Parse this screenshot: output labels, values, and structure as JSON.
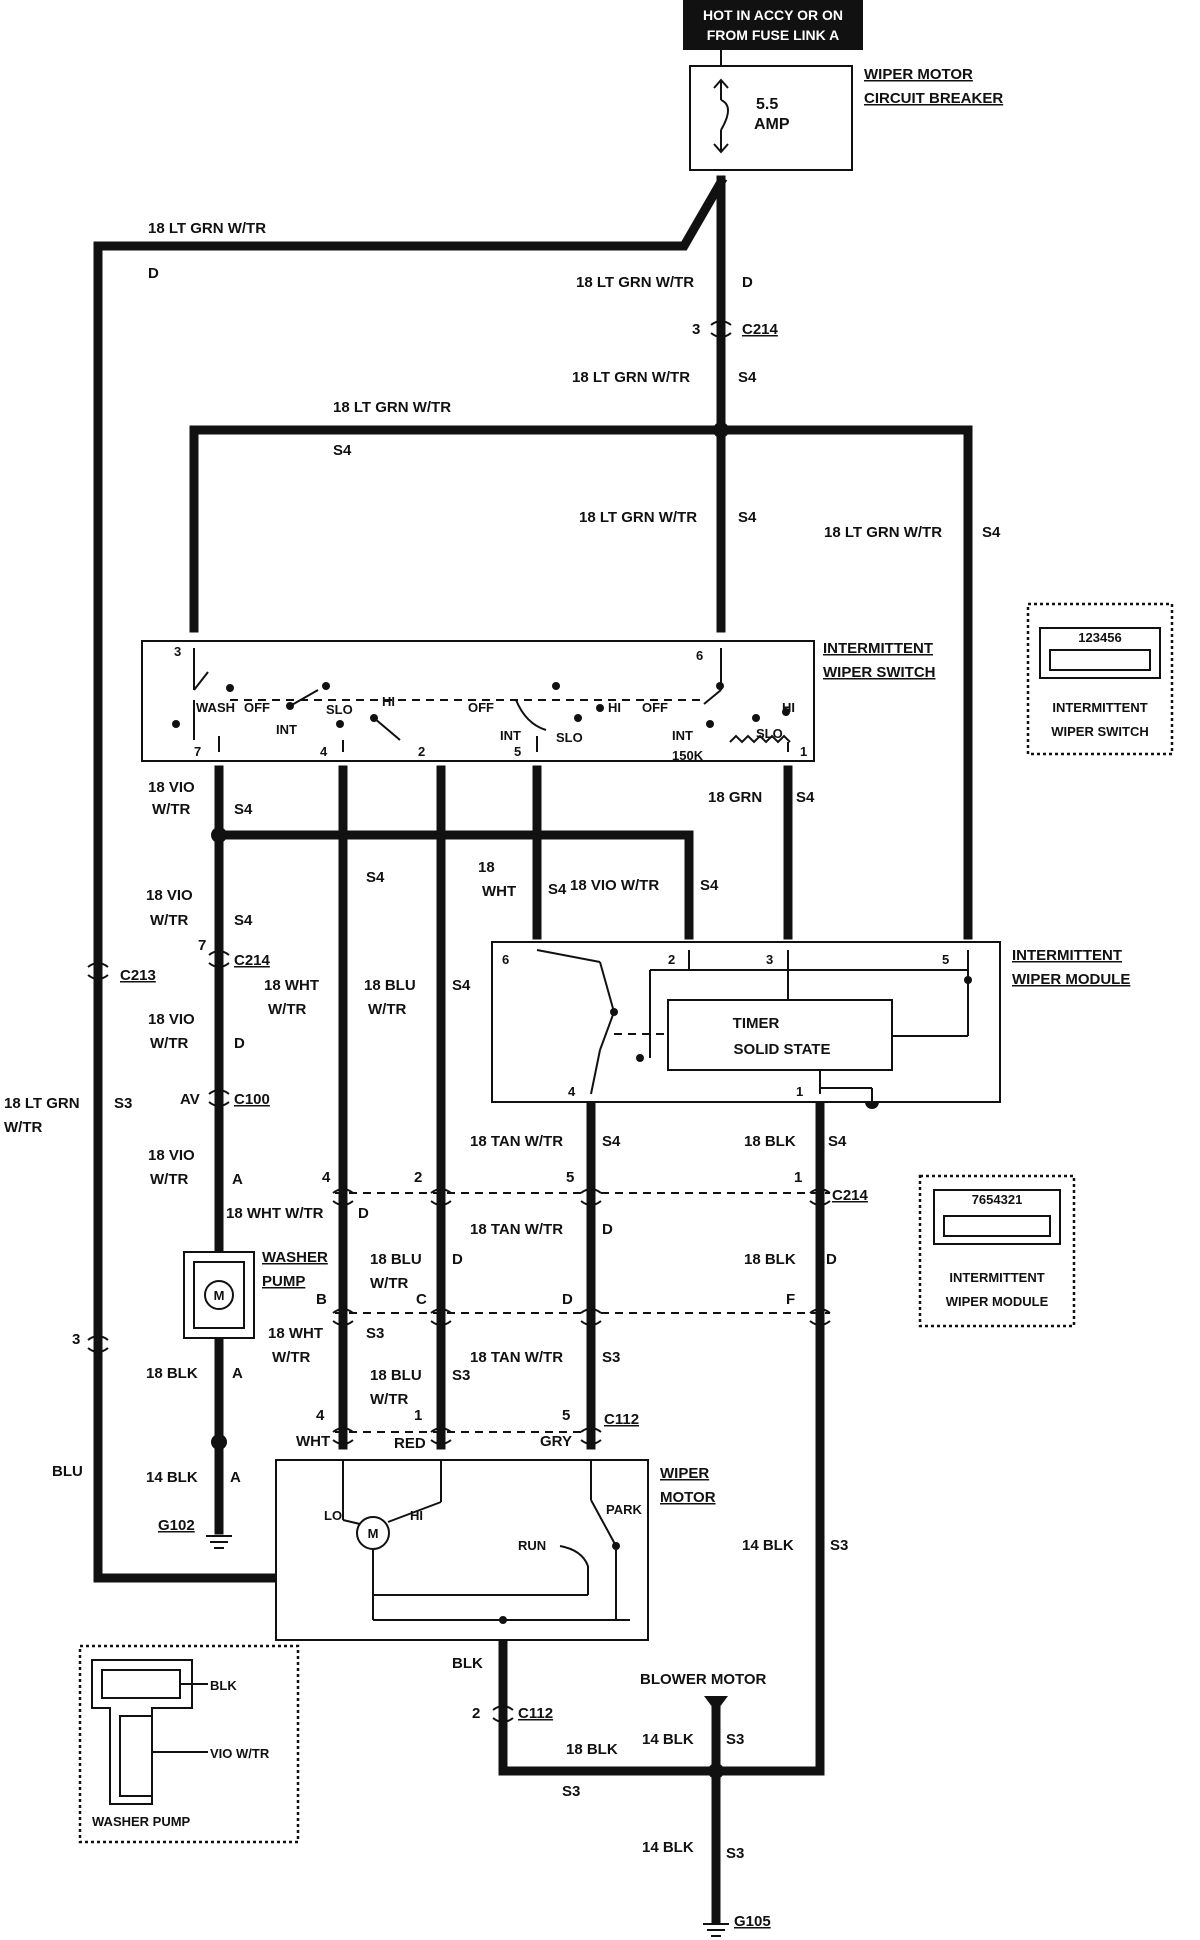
{
  "power_source": {
    "line1": "HOT IN ACCY OR ON",
    "line2": "FROM FUSE LINK A"
  },
  "breaker": {
    "rating1": "5.5",
    "rating2": "AMP",
    "label1": "WIPER MOTOR",
    "label2": "CIRCUIT BREAKER"
  },
  "wires": {
    "lt_grn": "18 LT GRN W/TR",
    "lt_grn_left1": "18 LT GRN",
    "lt_grn_left2": "W/TR",
    "vio1": "18 VIO",
    "vio2": "W/TR",
    "vio_full": "18 VIO W/TR",
    "wht": "18 WHT",
    "wht_tr": "W/TR",
    "wht_full": "18 WHT W/TR",
    "blu": "18 BLU",
    "blu_tr": "W/TR",
    "grn": "18 GRN",
    "tan": "18 TAN W/TR",
    "blk18": "18 BLK",
    "blk14": "14 BLK",
    "blu_plain": "BLU",
    "blk_plain": "BLK",
    "wht_plain": "WHT",
    "red_plain": "RED",
    "gry_plain": "GRY",
    "num18": "18",
    "wht_only": "WHT"
  },
  "circuits": {
    "d": "D",
    "s4": "S4",
    "s3": "S3",
    "a": "A",
    "b": "B",
    "c": "C",
    "f": "F",
    "av": "AV"
  },
  "connectors": {
    "c214": "C214",
    "c213": "C213",
    "c100": "C100",
    "c112": "C112",
    "g102": "G102",
    "g105": "G105"
  },
  "pins": {
    "p1": "1",
    "p2": "2",
    "p3": "3",
    "p4": "4",
    "p5": "5",
    "p6": "6",
    "p7": "7"
  },
  "switch": {
    "label1": "INTERMITTENT",
    "label2": "WIPER SWITCH",
    "wash": "WASH",
    "off": "OFF",
    "int": "INT",
    "slo": "SLO",
    "hi": "HI",
    "k150": "150K"
  },
  "module": {
    "label1": "INTERMITTENT",
    "label2": "WIPER MODULE",
    "timer1": "TIMER",
    "timer2": "SOLID STATE"
  },
  "insets": {
    "switch_pins": "123456",
    "switch_cap1": "INTERMITTENT",
    "switch_cap2": "WIPER SWITCH",
    "module_pins": "7654321",
    "module_cap1": "INTERMITTENT",
    "module_cap2": "WIPER MODULE",
    "pump_blk": "BLK",
    "pump_vio": "VIO W/TR",
    "pump_cap": "WASHER PUMP"
  },
  "pump": {
    "label1": "WASHER",
    "label2": "PUMP",
    "m": "M"
  },
  "motor": {
    "label1": "WIPER",
    "label2": "MOTOR",
    "lo": "LO",
    "hi": "HI",
    "run": "RUN",
    "park": "PARK",
    "m": "M"
  },
  "blower": "BLOWER MOTOR",
  "colors": {
    "wire": "#111111",
    "background": "#ffffff"
  }
}
